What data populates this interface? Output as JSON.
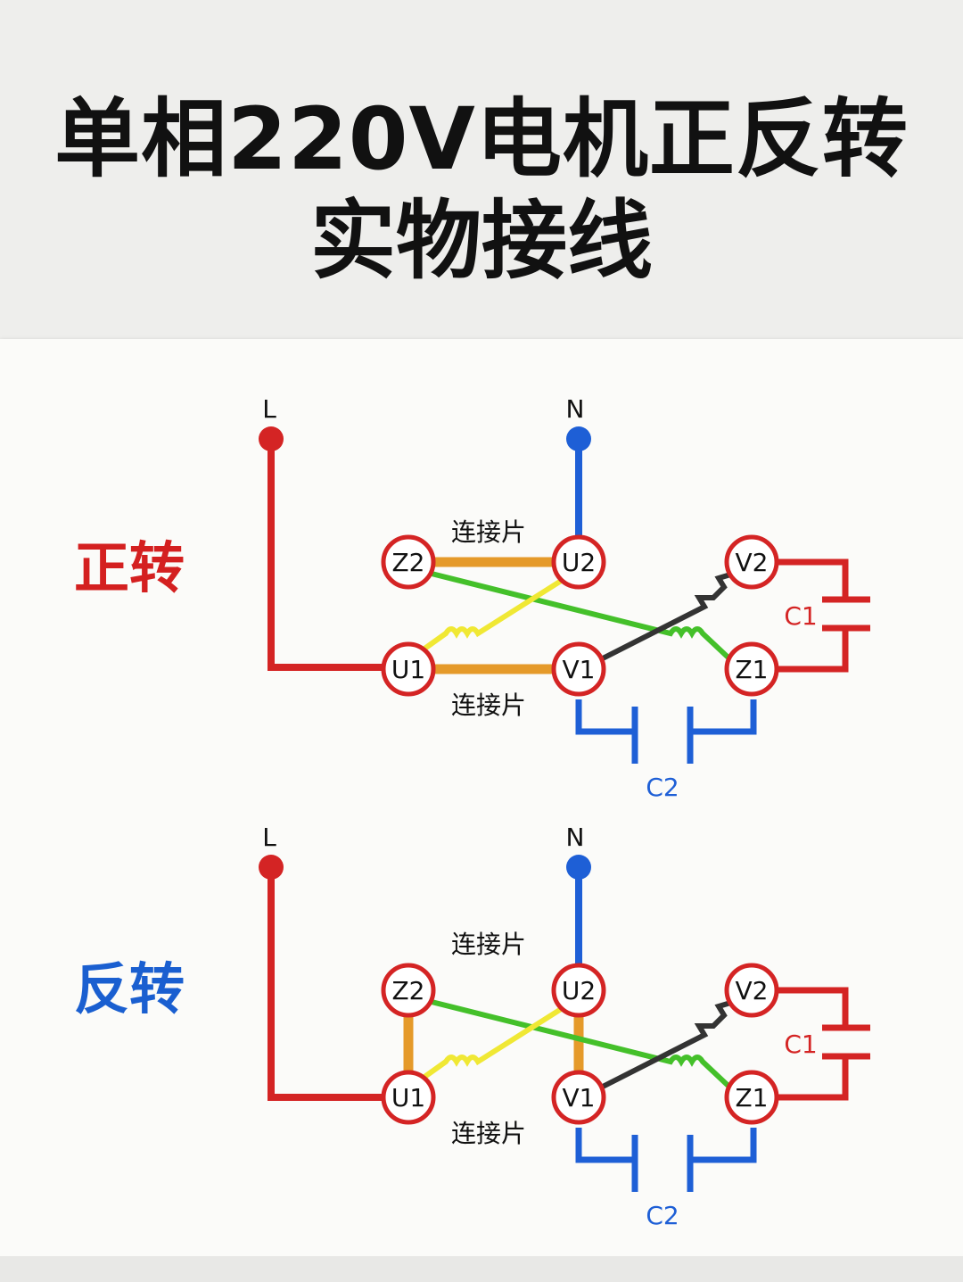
{
  "title": {
    "line1": "单相220V电机正反转",
    "line2": "实物接线"
  },
  "diagrams": [
    {
      "mode_label": "正转",
      "mode_color": "#d42020",
      "supply": {
        "live": "L",
        "neutral": "N"
      },
      "terminals": {
        "Z2": "Z2",
        "U2": "U2",
        "V2": "V2",
        "U1": "U1",
        "V1": "V1",
        "Z1": "Z1"
      },
      "link_top": "连接片",
      "link_bottom": "连接片",
      "cap1": "C1",
      "cap2": "C2"
    },
    {
      "mode_label": "反转",
      "mode_color": "#1a5fd0",
      "supply": {
        "live": "L",
        "neutral": "N"
      },
      "terminals": {
        "Z2": "Z2",
        "U2": "U2",
        "V2": "V2",
        "U1": "U1",
        "V1": "V1",
        "Z1": "Z1"
      },
      "link_top": "连接片",
      "link_bottom": "连接片",
      "cap1": "C1",
      "cap2": "C2"
    }
  ],
  "colors": {
    "live_wire": "#d42424",
    "neutral_wire": "#1e5fd6",
    "link_bar": "#e59a2a",
    "green_wire": "#44c02a",
    "yellow_wire": "#f0e834",
    "black_wire": "#333333",
    "terminal_ring": "#d42424"
  }
}
